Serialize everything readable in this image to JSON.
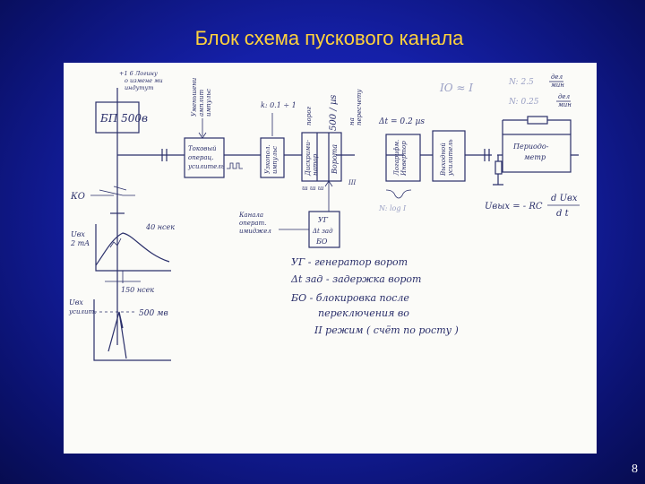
{
  "slide": {
    "title": "Блок схема пускового канала",
    "page_number": "8"
  },
  "diagram": {
    "psu": "БП 500в",
    "psu_notes": [
      "+1 6 Логину",
      "о измене ми",
      "индутут"
    ],
    "amp_top": [
      "Уменьшени",
      "амплит",
      "импульс"
    ],
    "k_label": "k: 0.1 ÷ 1",
    "porog": "порог",
    "porog_val": "500 / µs",
    "na_peresch": [
      "на",
      "пересчету"
    ],
    "dt": "Δt = 0.2 µs",
    "tok": [
      "Токовый",
      "операц.",
      "усилитель"
    ],
    "uzkopol": [
      "Узкопол.",
      "импульс"
    ],
    "diskr": [
      "Дискрими-",
      "натор"
    ],
    "vorota": "Ворота",
    "log": [
      "Логарифм.",
      "Инвертор"
    ],
    "vyhod": [
      "Выходной",
      "усилитель"
    ],
    "perimod": [
      "Периодо-",
      "метр"
    ],
    "io": "IO ≈ I",
    "n1": "N: 2.5",
    "n1_unit": [
      "дел",
      "мин"
    ],
    "n2": "N: 0.25",
    "n2_unit": [
      "дел",
      "мин"
    ],
    "ko": "КО",
    "nlog": "N: log I",
    "kanal": [
      "Канала",
      "операт.",
      "имиджел"
    ],
    "ug": "УГ",
    "dtzad": "Δt зад",
    "bo": "БО",
    "formula_lhs": "Uвых = - RC",
    "formula_num": "d Uвх",
    "formula_den": "d t",
    "g1_ylabel": [
      "Uвх",
      "2 mA"
    ],
    "g1_peak": "40 нсек",
    "g1_x": "150 нсек",
    "g2_ylabel": [
      "Uвх",
      "усилит."
    ],
    "g2_level": "500 мв",
    "legend": [
      "УГ - генератор ворот",
      "Δt зад - задержка ворот",
      "БО - блокировка после",
      "переключения во",
      "II режим ( счёт по росту )"
    ]
  }
}
